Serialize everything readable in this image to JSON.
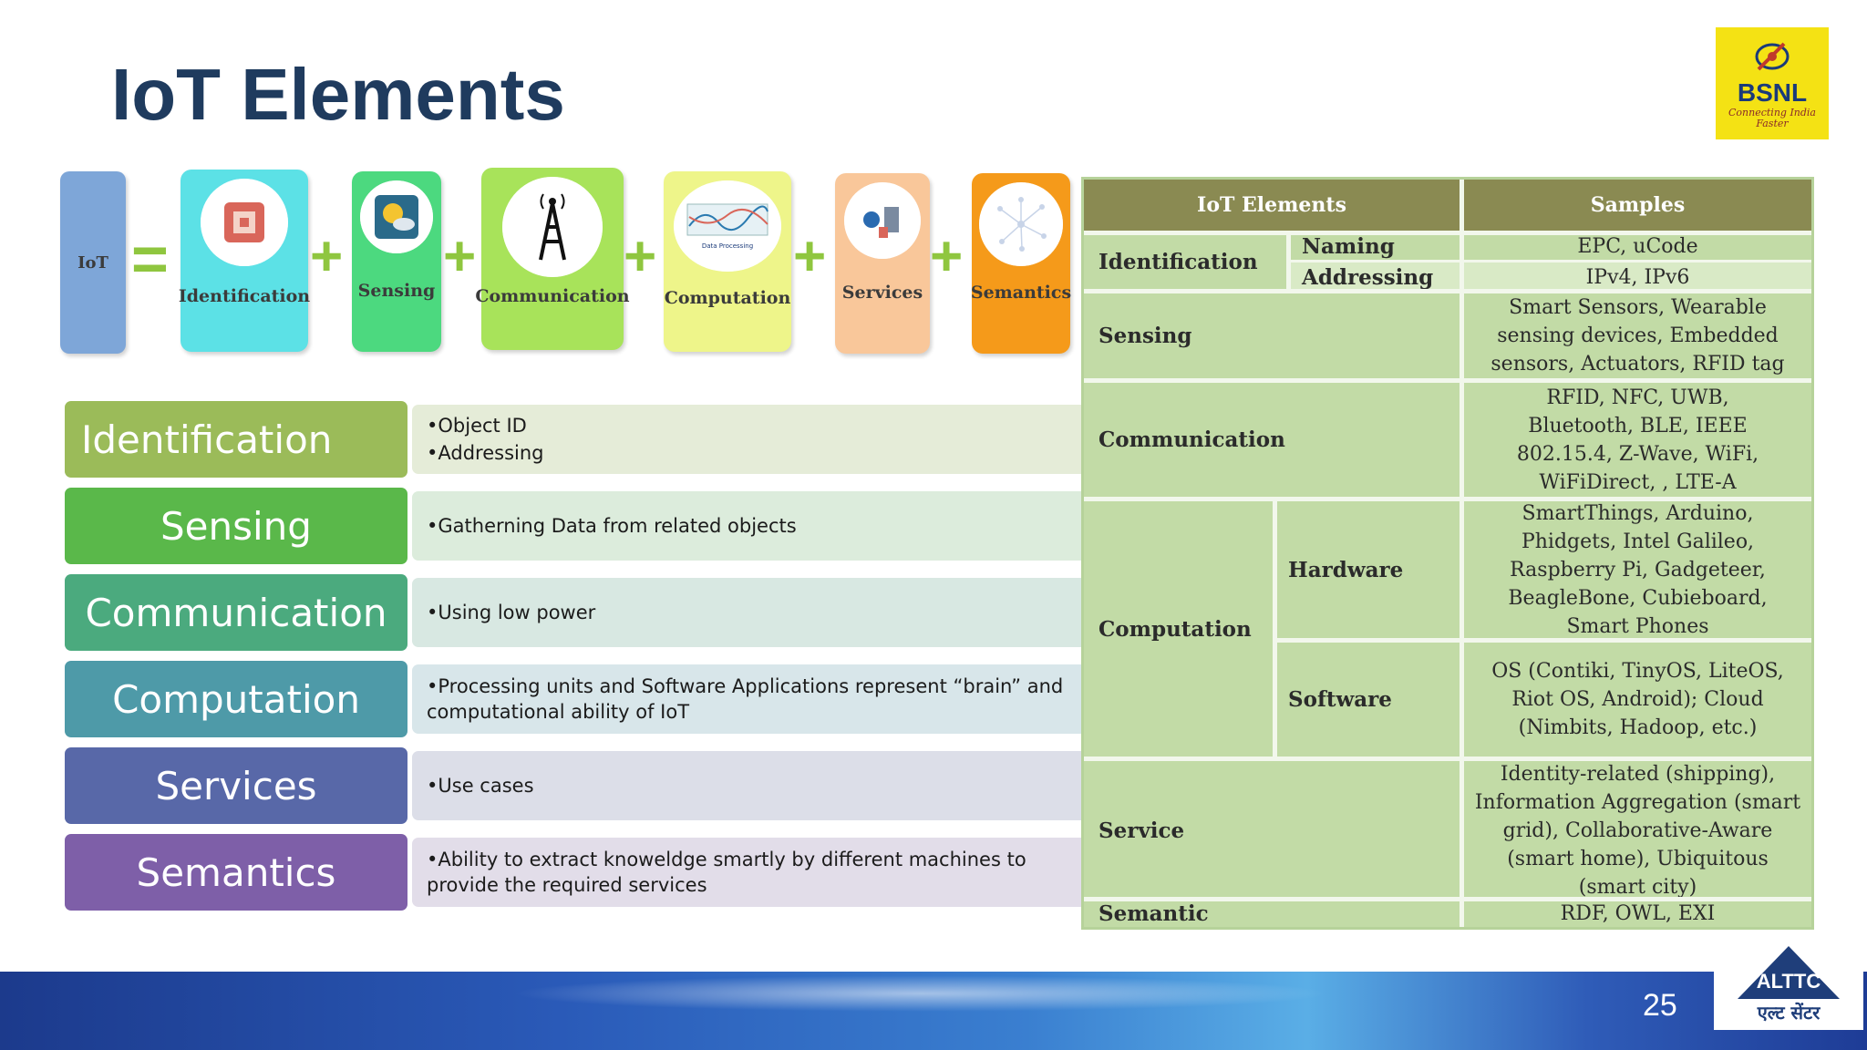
{
  "title": "IoT Elements",
  "logo": {
    "text": "BSNL",
    "tagline": "Connecting India Faster"
  },
  "equation": {
    "iot_label": "IoT",
    "equals": "=",
    "plus": "+",
    "items": [
      {
        "label": "Identification",
        "color": "#5ce1e6"
      },
      {
        "label": "Sensing",
        "color": "#4cd97f"
      },
      {
        "label": "Communication",
        "color": "#a8e35a"
      },
      {
        "label": "Computation",
        "color": "#eef58a"
      },
      {
        "label": "Services",
        "color": "#f9c79a"
      },
      {
        "label": "Semantics",
        "color": "#f59a1a"
      }
    ],
    "computation_icon_text": "Data Processing"
  },
  "elements": [
    {
      "name": "Identification",
      "color": "#9bbb59",
      "desc_bg": "#e5ecd8",
      "bullets": [
        "•Object ID",
        "•Addressing"
      ]
    },
    {
      "name": "Sensing",
      "color": "#5ab84a",
      "desc_bg": "#dcecdc",
      "bullets": [
        "•Gatherning Data from related objects"
      ]
    },
    {
      "name": "Communication",
      "color": "#4baa7e",
      "desc_bg": "#d8e8e2",
      "bullets": [
        "•Using low power"
      ]
    },
    {
      "name": "Computation",
      "color": "#4e9aa8",
      "desc_bg": "#d8e6ea",
      "bullets": [
        "•Processing units and Software Applications represent “brain” and computational ability of IoT"
      ]
    },
    {
      "name": "Services",
      "color": "#5868a8",
      "desc_bg": "#dcdee8",
      "bullets": [
        "•Use cases"
      ]
    },
    {
      "name": "Semantics",
      "color": "#7e5fa8",
      "desc_bg": "#e2dde9",
      "bullets": [
        "•Ability to extract knoweldge smartly by different machines to provide the required services"
      ]
    }
  ],
  "table": {
    "headers": {
      "elements": "IoT Elements",
      "samples": "Samples"
    },
    "identification": "Identification",
    "naming": "Naming",
    "naming_samples": "EPC, uCode",
    "addressing": "Addressing",
    "addressing_samples": "IPv4, IPv6",
    "sensing": "Sensing",
    "sensing_samples": "Smart Sensors, Wearable sensing devices, Embedded sensors, Actuators, RFID tag",
    "communication": "Communication",
    "communication_samples": "RFID, NFC, UWB, Bluetooth, BLE, IEEE 802.15.4, Z-Wave, WiFi, WiFiDirect, , LTE-A",
    "computation": "Computation",
    "hardware": "Hardware",
    "hardware_samples": "SmartThings, Arduino, Phidgets, Intel Galileo, Raspberry Pi, Gadgeteer, BeagleBone, Cubieboard, Smart Phones",
    "software": "Software",
    "software_samples": "OS (Contiki, TinyOS, LiteOS, Riot OS, Android); Cloud (Nimbits, Hadoop, etc.)",
    "service": "Service",
    "service_samples": "Identity-related (shipping), Information Aggregation (smart grid), Collaborative-Aware (smart home), Ubiquitous (smart city)",
    "semantic": "Semantic",
    "semantic_samples": "RDF, OWL, EXI"
  },
  "footer": {
    "page_number": "25",
    "logo_text": "ALTTC",
    "logo_hindi": "एल्ट सेंटर"
  }
}
